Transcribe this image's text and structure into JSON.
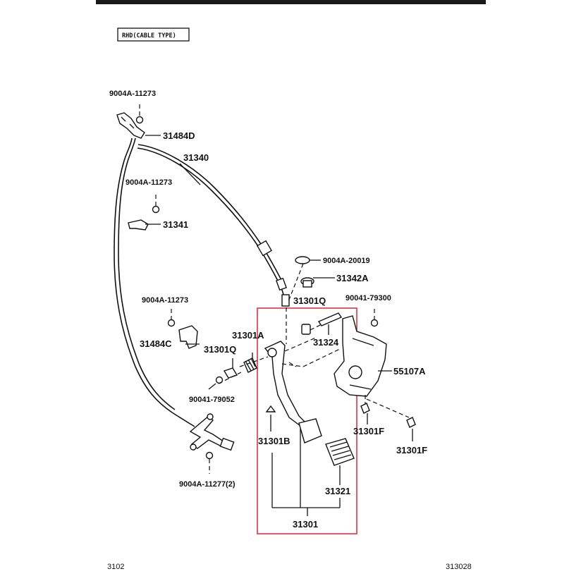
{
  "header": {
    "tag": "RHD(CABLE TYPE)"
  },
  "callouts": {
    "c_9004a_11273_top": "9004A-11273",
    "c_31484d": "31484D",
    "c_31340": "31340",
    "c_9004a_11273_mid": "9004A-11273",
    "c_31341": "31341",
    "c_9004a_20019": "9004A-20019",
    "c_31342a": "31342A",
    "c_9004a_11273_left": "9004A-11273",
    "c_31301q_top": "31301Q",
    "c_90041_79300": "90041-79300",
    "c_31484c": "31484C",
    "c_31301a": "31301A",
    "c_31324": "31324",
    "c_31301q_left": "31301Q",
    "c_55107a": "55107A",
    "c_90041_79052": "90041-79052",
    "c_31301f_a": "31301F",
    "c_31301f_b": "31301F",
    "c_31301b": "31301B",
    "c_31321": "31321",
    "c_9004a_11277": "9004A-11277(2)",
    "c_31301": "31301"
  },
  "footer": {
    "left": "3102",
    "right": "313028"
  },
  "colors": {
    "highlight_box": "#d9363e",
    "top_bar": "#1a1a1a",
    "ink": "#111111"
  }
}
